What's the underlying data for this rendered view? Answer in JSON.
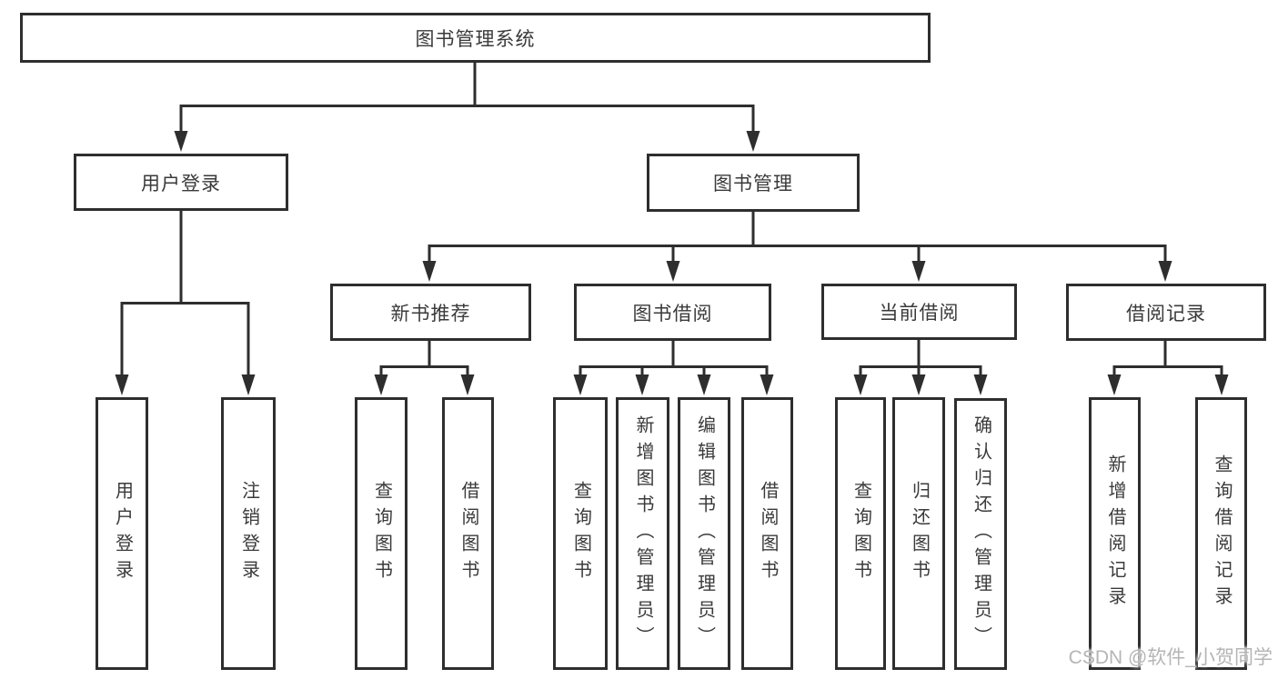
{
  "watermark": "CSDN @软件_小贺同学",
  "colors": {
    "line": "#2e2e2e",
    "text": "#3a3a3a",
    "background": "#ffffff",
    "watermark": "#b5b5b5"
  },
  "diagram": {
    "type": "hierarchy-tree",
    "root": {
      "label": "图书管理系统",
      "children": [
        {
          "label": "用户登录",
          "children": [
            {
              "label": "用户登录"
            },
            {
              "label": "注销登录"
            }
          ]
        },
        {
          "label": "图书管理",
          "children": [
            {
              "label": "新书推荐",
              "children": [
                {
                  "label": "查询图书"
                },
                {
                  "label": "借阅图书"
                }
              ]
            },
            {
              "label": "图书借阅",
              "children": [
                {
                  "label": "查询图书"
                },
                {
                  "label": "新增图书（管理员）"
                },
                {
                  "label": "编辑图书（管理员）"
                },
                {
                  "label": "借阅图书"
                }
              ]
            },
            {
              "label": "当前借阅",
              "children": [
                {
                  "label": "查询图书"
                },
                {
                  "label": "归还图书"
                },
                {
                  "label": "确认归还（管理员）"
                }
              ]
            },
            {
              "label": "借阅记录",
              "children": [
                {
                  "label": "新增借阅记录"
                },
                {
                  "label": "查询借阅记录"
                }
              ]
            }
          ]
        }
      ]
    }
  }
}
